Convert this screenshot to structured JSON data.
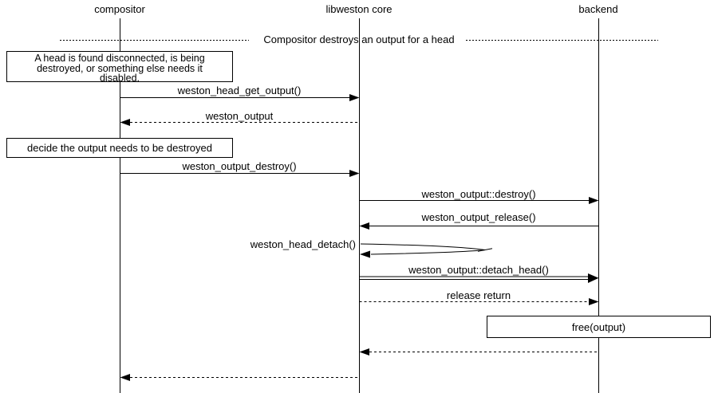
{
  "diagram": {
    "background": "#ffffff",
    "line_color": "#000000",
    "title": "Compositor destroys an output for a head",
    "actors": [
      {
        "label": "compositor"
      },
      {
        "label": "libweston core"
      },
      {
        "label": "backend"
      }
    ],
    "notes": [
      {
        "lines": [
          "A head is found disconnected, is being",
          "destroyed, or something else needs it",
          "disabled."
        ]
      },
      {
        "text": "decide the output needs to be destroyed"
      },
      {
        "text": "free(output)"
      }
    ],
    "messages": [
      {
        "label": "weston_head_get_output()",
        "from": "compositor",
        "to": "libweston core",
        "line": "solid"
      },
      {
        "label": "weston_output",
        "from": "libweston core",
        "to": "compositor",
        "line": "dashed"
      },
      {
        "label": "weston_output_destroy()",
        "from": "compositor",
        "to": "libweston core",
        "line": "solid"
      },
      {
        "label": "weston_output::destroy()",
        "from": "libweston core",
        "to": "backend",
        "line": "solid"
      },
      {
        "label": "weston_output_release()",
        "from": "backend",
        "to": "libweston core",
        "line": "solid"
      },
      {
        "label": "weston_head_detach()",
        "from": "libweston core",
        "to": "libweston core",
        "line": "self"
      },
      {
        "label": "weston_output::detach_head()",
        "from": "libweston core",
        "to": "backend",
        "line": "double"
      },
      {
        "label": "release return",
        "from": "libweston core",
        "to": "backend",
        "line": "dashed"
      },
      {
        "label": "",
        "from": "backend",
        "to": "libweston core",
        "line": "dashed"
      },
      {
        "label": "",
        "from": "libweston core",
        "to": "compositor",
        "line": "dashed"
      }
    ]
  }
}
